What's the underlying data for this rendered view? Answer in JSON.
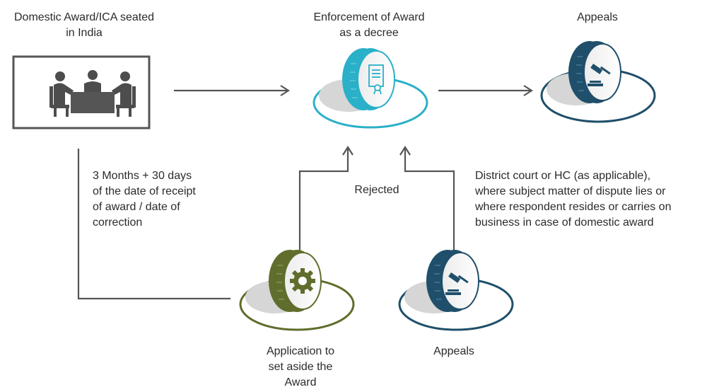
{
  "nodes": {
    "domestic_award": "Domestic Award/ICA seated\nin India",
    "enforcement": "Enforcement of Award\nas a decree",
    "appeals_top": "Appeals",
    "application": "Application to\nset aside the\nAward",
    "appeals_bottom": "Appeals"
  },
  "annotations": {
    "time_limit": "3 Months + 30 days\nof the date of receipt\nof award / date of\ncorrection",
    "rejected": "Rejected",
    "jurisdiction": "District court or HC (as applicable),\nwhere subject matter of dispute lies or\nwhere respondent resides or carries on\nbusiness in case of domestic award"
  },
  "icons": [
    "meeting-icon",
    "certificate-icon",
    "gavel-icon",
    "gear-icon",
    "gavel-icon"
  ],
  "colors": {
    "arrow": "#555555",
    "frame": "#555555",
    "teal": "#2ab0c8",
    "navy": "#1f4f6a",
    "olive": "#5f6e2c",
    "shadow": "#d6d6d6"
  }
}
